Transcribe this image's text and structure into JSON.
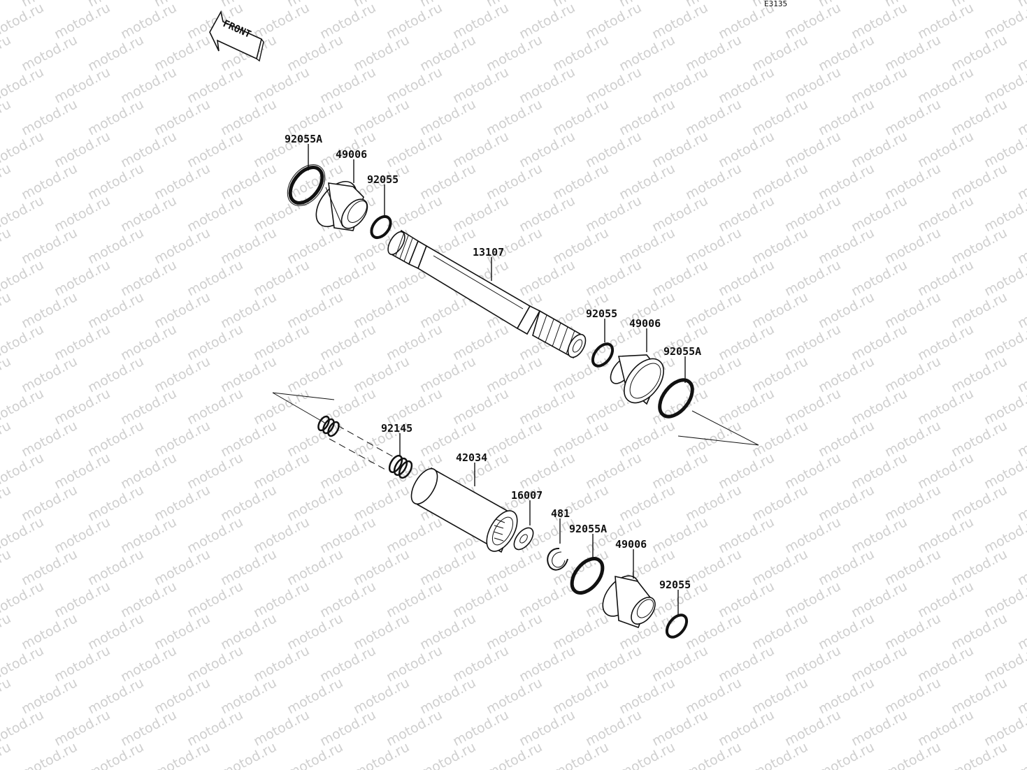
{
  "diagram": {
    "drawing_code": "E3135",
    "front_label": "FRONT",
    "watermark_text": "motod.ru",
    "parts": [
      {
        "id": "p1",
        "label": "92055A"
      },
      {
        "id": "p2",
        "label": "49006"
      },
      {
        "id": "p3",
        "label": "92055"
      },
      {
        "id": "p4",
        "label": "13107"
      },
      {
        "id": "p5",
        "label": "92055"
      },
      {
        "id": "p6",
        "label": "49006"
      },
      {
        "id": "p7",
        "label": "92055A"
      },
      {
        "id": "p8",
        "label": "92145"
      },
      {
        "id": "p9",
        "label": "42034"
      },
      {
        "id": "p10",
        "label": "16007"
      },
      {
        "id": "p11",
        "label": "481"
      },
      {
        "id": "p12",
        "label": "92055A"
      },
      {
        "id": "p13",
        "label": "49006"
      },
      {
        "id": "p14",
        "label": "92055"
      }
    ]
  }
}
